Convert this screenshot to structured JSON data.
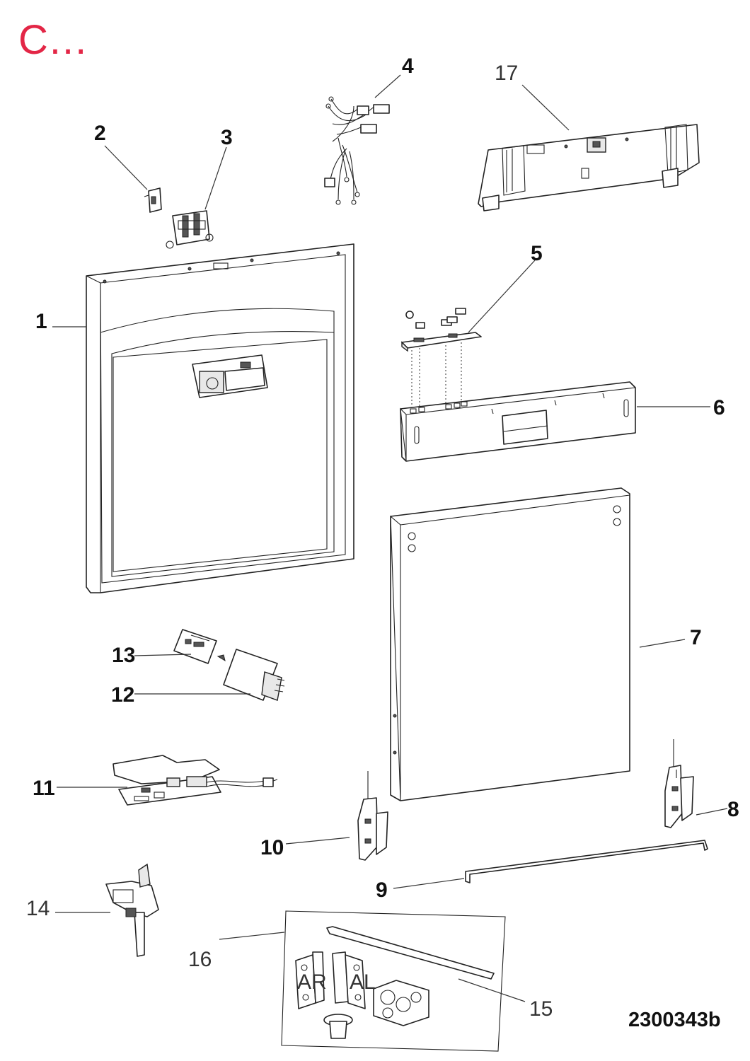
{
  "title": "C...",
  "diagram_code": "2300343b",
  "part_labels": [
    {
      "id": "1",
      "text": "1"
    },
    {
      "id": "2",
      "text": "2"
    },
    {
      "id": "3",
      "text": "3"
    },
    {
      "id": "4",
      "text": "4"
    },
    {
      "id": "5",
      "text": "5"
    },
    {
      "id": "6",
      "text": "6"
    },
    {
      "id": "7",
      "text": "7"
    },
    {
      "id": "8",
      "text": "8"
    },
    {
      "id": "9",
      "text": "9"
    },
    {
      "id": "10",
      "text": "10"
    },
    {
      "id": "11",
      "text": "11"
    },
    {
      "id": "12",
      "text": "12"
    },
    {
      "id": "13",
      "text": "13"
    },
    {
      "id": "14",
      "text": "14"
    },
    {
      "id": "15",
      "text": "15"
    },
    {
      "id": "16",
      "text": "16"
    },
    {
      "id": "17",
      "text": "17"
    }
  ],
  "hinge_marks": {
    "right": "AR",
    "left": "AL"
  }
}
